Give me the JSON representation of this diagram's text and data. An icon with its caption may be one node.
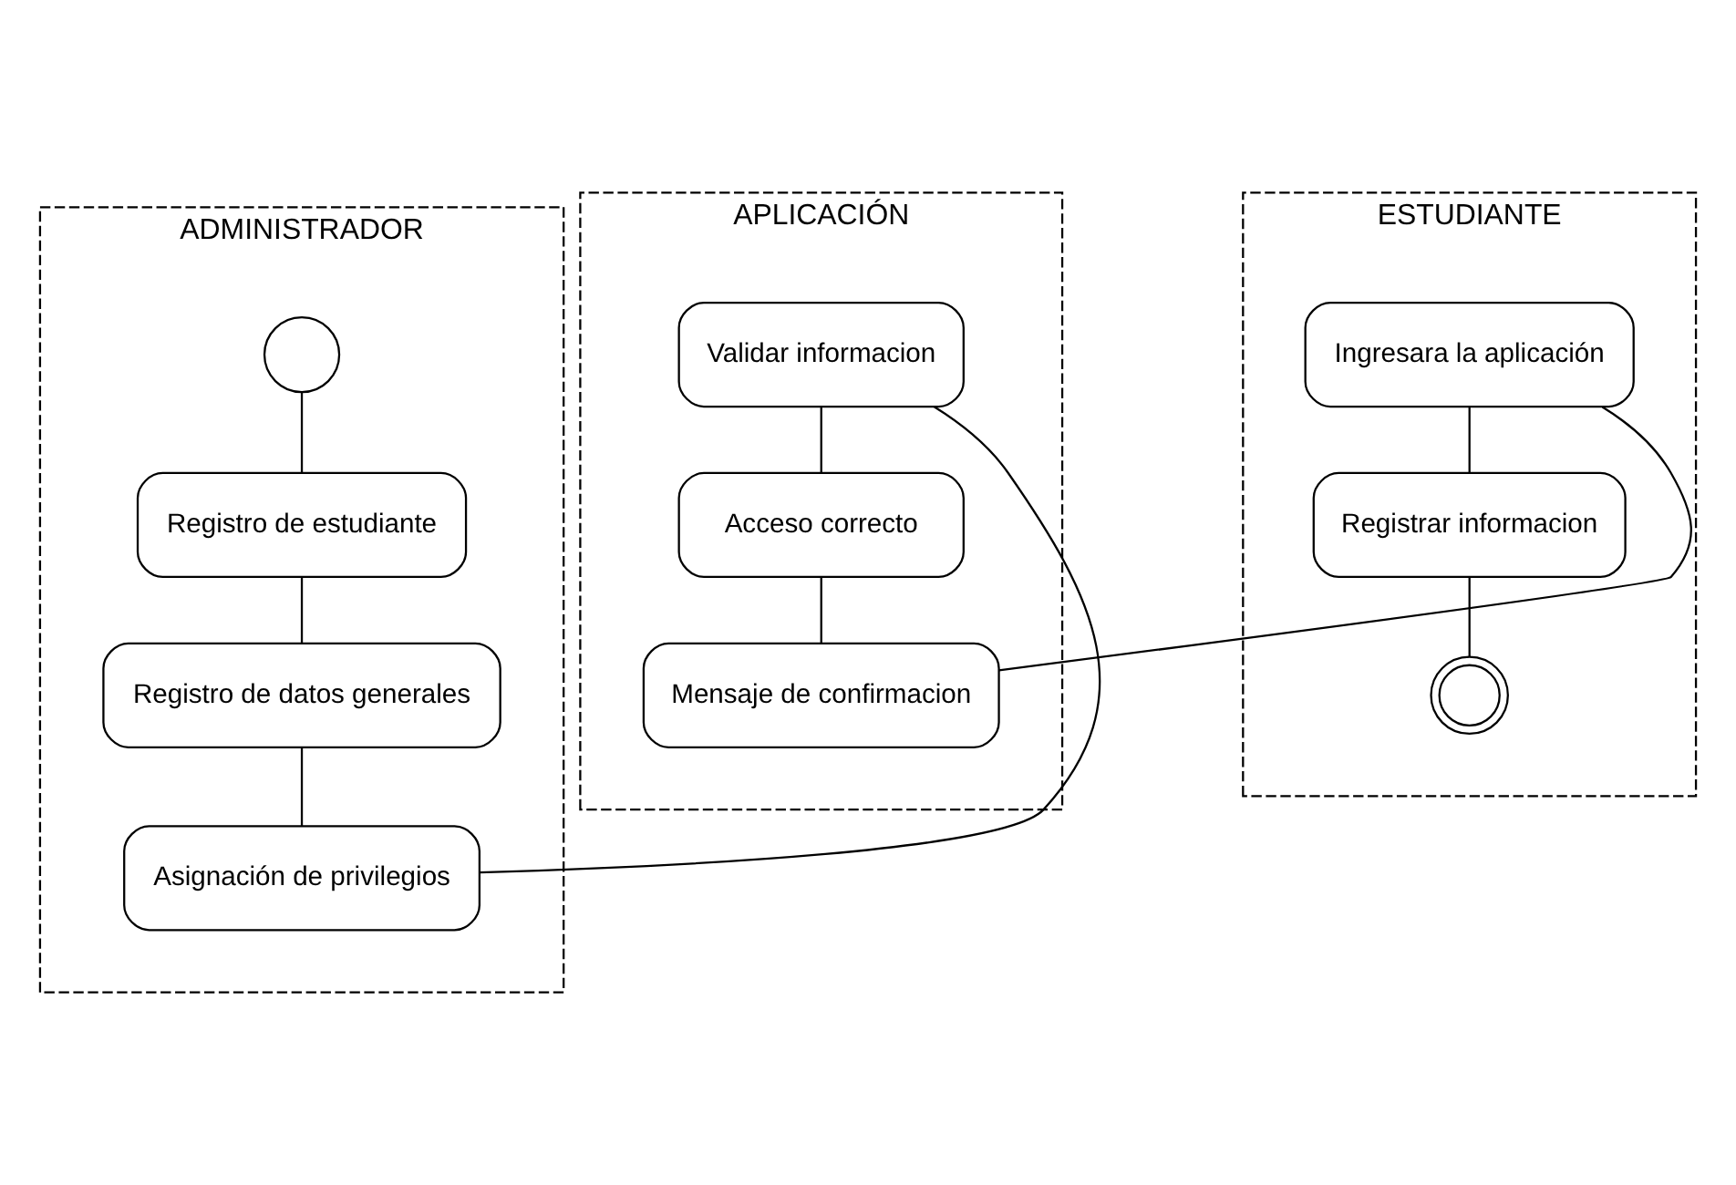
{
  "diagram": {
    "nodes": [
      {
        "text": [
          "ADMINISTRADOR"
        ]
      },
      {
        "text": [
          "APLICACIÓN"
        ]
      },
      {
        "text": [
          "ESTUDIANTE"
        ]
      },
      {
        "text": [],
        "shape": "circle",
        "in": 0
      },
      {
        "text": [
          "Registro de estudiante"
        ],
        "in": 0
      },
      {
        "text": [
          "Registro de datos generales"
        ],
        "in": 0
      },
      {
        "text": [
          "Asignación de privilegios"
        ],
        "in": 0
      },
      {
        "text": [
          "Validar informacion"
        ],
        "in": 1
      },
      {
        "text": [
          "Acceso correcto"
        ],
        "in": 1
      },
      {
        "text": [
          "Mensaje de confirmacion"
        ],
        "in": 1
      },
      {
        "text": [
          "Ingresara la aplicación"
        ],
        "in": 2
      },
      {
        "text": [
          "Registrar informacion"
        ],
        "in": 2
      },
      {
        "text": [],
        "shape": "doublecircle",
        "in": 2
      }
    ],
    "edges": [
      {
        "from": 3,
        "to": 4,
        "arrow": "none"
      },
      {
        "from": 4,
        "to": 5,
        "arrow": "none"
      },
      {
        "from": 5,
        "to": 6,
        "arrow": "none"
      },
      {
        "from": 6,
        "to": 7,
        "arrow": "none"
      },
      {
        "from": 7,
        "to": 8,
        "arrow": "none"
      },
      {
        "from": 8,
        "to": 9,
        "arrow": "none"
      },
      {
        "from": 9,
        "to": 10,
        "arrow": "none"
      },
      {
        "from": 10,
        "to": 11,
        "arrow": "none"
      },
      {
        "from": 11,
        "to": 12,
        "arrow": "none"
      }
    ]
  }
}
